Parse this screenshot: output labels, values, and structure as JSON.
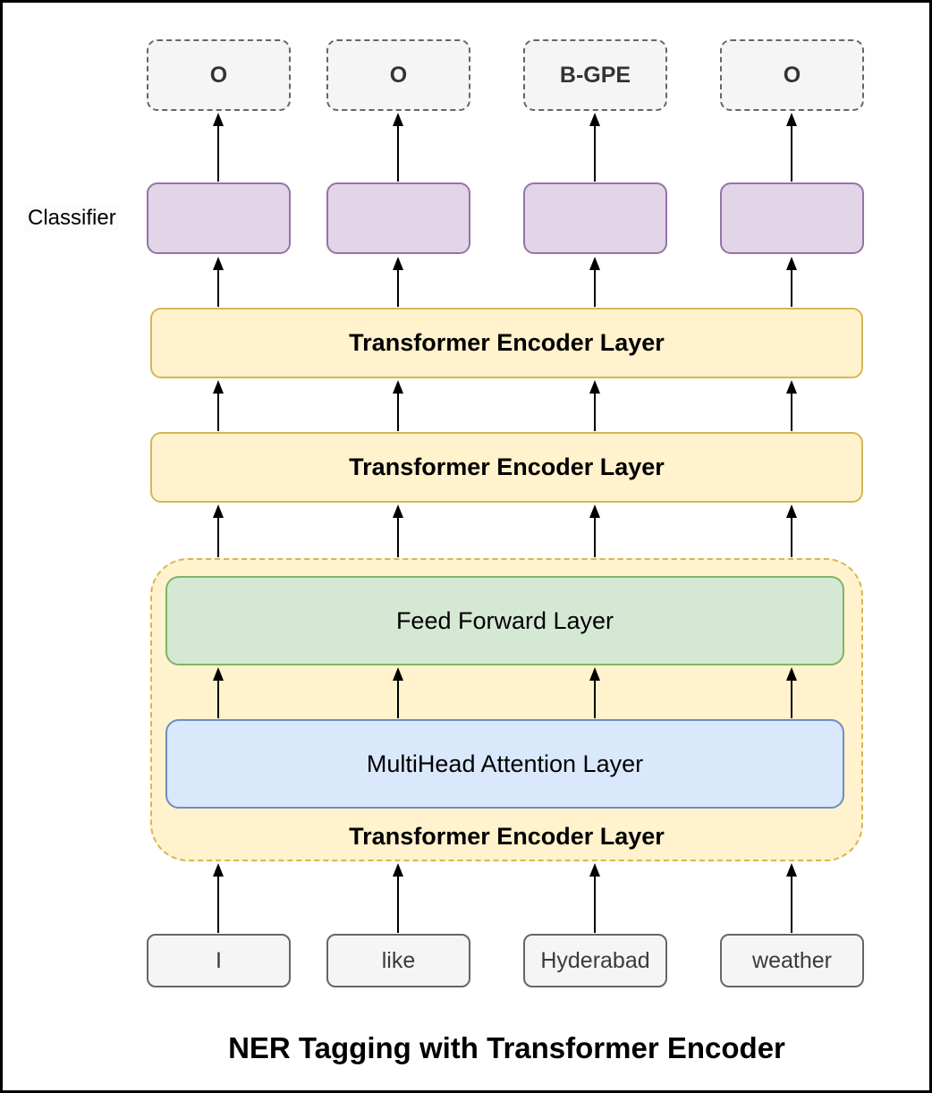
{
  "title": "NER Tagging with Transformer Encoder",
  "classifier_label": "Classifier",
  "outputs": [
    "O",
    "O",
    "B-GPE",
    "O"
  ],
  "tokens": [
    "I",
    "like",
    "Hyderabad",
    "weather"
  ],
  "encoder_bars": [
    "Transformer Encoder Layer",
    "Transformer Encoder Layer"
  ],
  "encoder_detail": {
    "feed_forward": "Feed Forward Layer",
    "multihead_attention": "MultiHead Attention Layer",
    "label": "Transformer Encoder Layer"
  },
  "colors": {
    "output_fill": "#F5F5F5",
    "output_border": "#666666",
    "classifier_fill": "#E1D5E7",
    "classifier_border": "#9673A6",
    "encoder_fill": "#FFF2CC",
    "encoder_border": "#D6B656",
    "feed_forward_fill": "#D5E8D4",
    "feed_forward_border": "#82B366",
    "attention_fill": "#DAE8FC",
    "attention_border": "#6C8EBF",
    "token_fill": "#F5F5F5",
    "token_border": "#666666",
    "arrow": "#000000"
  }
}
